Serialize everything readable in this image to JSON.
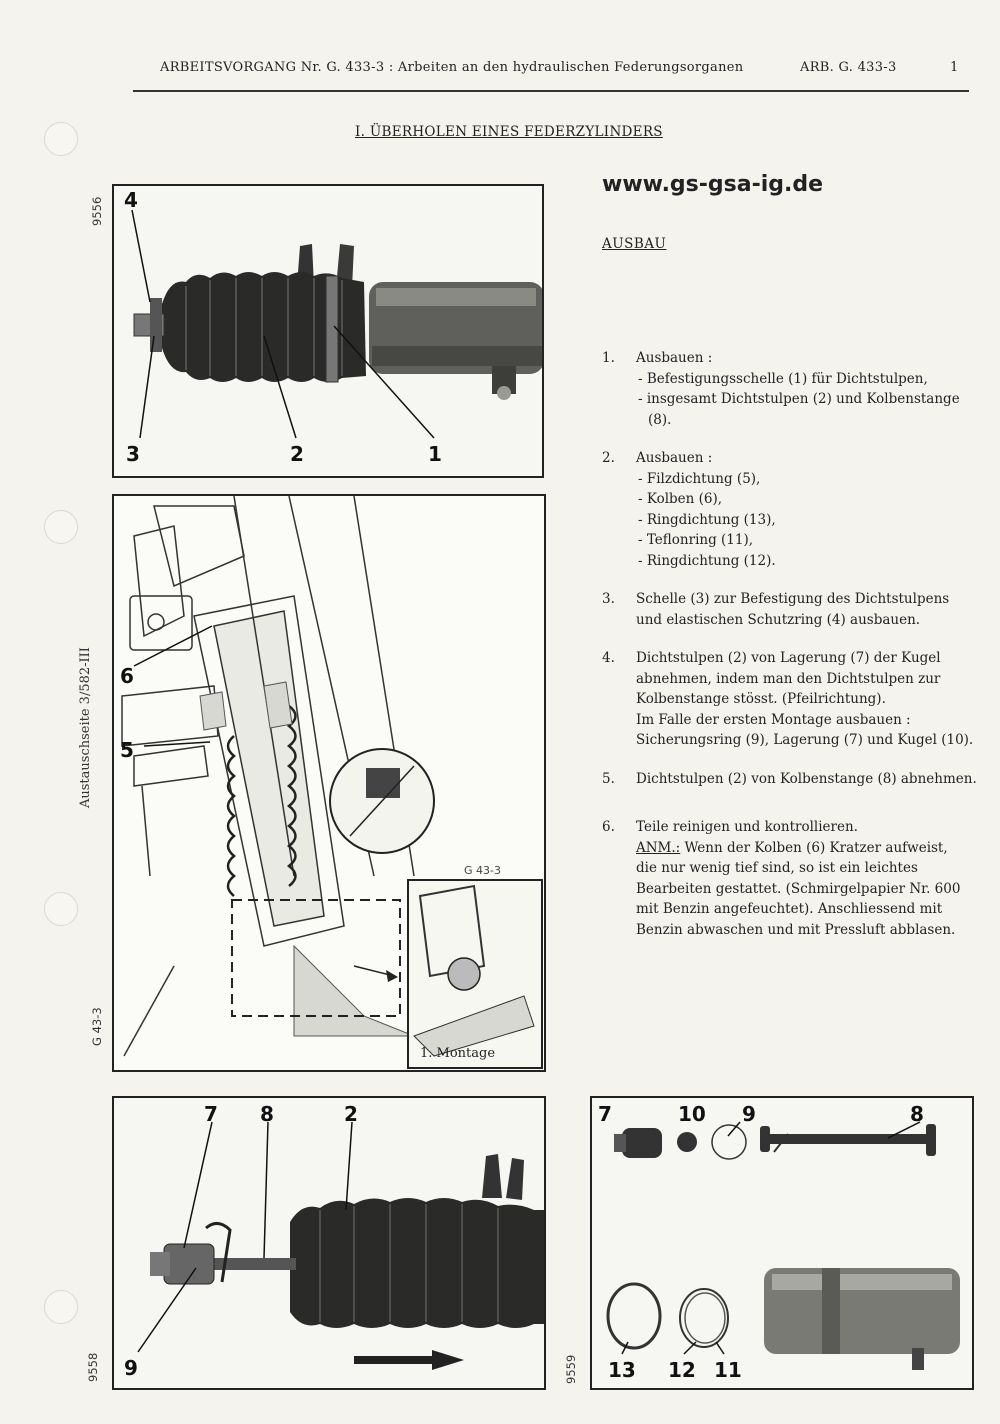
{
  "header": {
    "left": "ARBEITSVORGANG Nr. G. 433-3 : Arbeiten an den hydraulischen Federungsorganen",
    "mid": "ARB. G. 433-3",
    "page": "1"
  },
  "section_title": "I. ÜBERHOLEN EINES FEDERZYLINDERS",
  "website": "www.gs-gsa-ig.de",
  "ausbau_heading": "AUSBAU",
  "side_labels": {
    "austauschseite": "Austauschseite 3/582-III",
    "ref_9556": "9556",
    "ref_g433": "G 43-3",
    "ref_9558": "9558",
    "ref_9559": "9559",
    "ref_g433_small": "G 43-3"
  },
  "steps": [
    {
      "num": "1.",
      "lines": [
        "Ausbauen :"
      ],
      "subs": [
        "- Befestigungsschelle (1) für Dichtstulpen,",
        "- insgesamt Dichtstulpen (2) und Kolbenstange",
        "  (8)."
      ]
    },
    {
      "num": "2.",
      "lines": [
        "Ausbauen :"
      ],
      "subs": [
        "- Filzdichtung (5),",
        "- Kolben (6),",
        "- Ringdichtung (13),",
        "- Teflonring (11),",
        "- Ringdichtung (12)."
      ]
    },
    {
      "num": "3.",
      "lines": [
        "Schelle (3) zur Befestigung des Dichtstulpens",
        "und elastischen Schutzring (4) ausbauen."
      ],
      "subs": []
    },
    {
      "num": "4.",
      "lines": [
        "Dichtstulpen (2) von Lagerung (7) der Kugel",
        "abnehmen, indem man den Dichtstulpen zur",
        "Kolbenstange stösst. (Pfeilrichtung).",
        "Im Falle der ersten Montage ausbauen :",
        "Sicherungsring (9), Lagerung (7) und Kugel (10)."
      ],
      "subs": []
    },
    {
      "num": "5.",
      "lines": [
        "Dichtstulpen (2) von Kolbenstange (8) abnehmen."
      ],
      "subs": []
    },
    {
      "num": "6.",
      "lines": [
        "Teile reinigen und kontrollieren."
      ],
      "note_label": "ANM.:",
      "note_lines": [
        " Wenn der Kolben (6) Kratzer aufweist,",
        "die nur wenig tief sind, so ist ein leichtes",
        "Bearbeiten gestattet. (Schmirgelpapier Nr. 600",
        "mit Benzin angefeuchtet). Anschliessend mit",
        "Benzin abwaschen und mit Pressluft abblasen."
      ],
      "subs": []
    }
  ],
  "fig1": {
    "callouts": [
      "4",
      "3",
      "2",
      "1"
    ]
  },
  "fig2": {
    "callouts": [
      "6",
      "5"
    ],
    "montage_label": "1. Montage",
    "inset_ref": "G 43-3"
  },
  "fig3": {
    "callouts": [
      "7",
      "8",
      "2",
      "9"
    ]
  },
  "fig4": {
    "callouts": [
      "7",
      "10",
      "9",
      "8",
      "13",
      "12",
      "11"
    ]
  },
  "colors": {
    "paper": "#f4f3ee",
    "ink": "#222222",
    "rubber": "#2b2b2b",
    "metal": "#6e6e6a"
  }
}
